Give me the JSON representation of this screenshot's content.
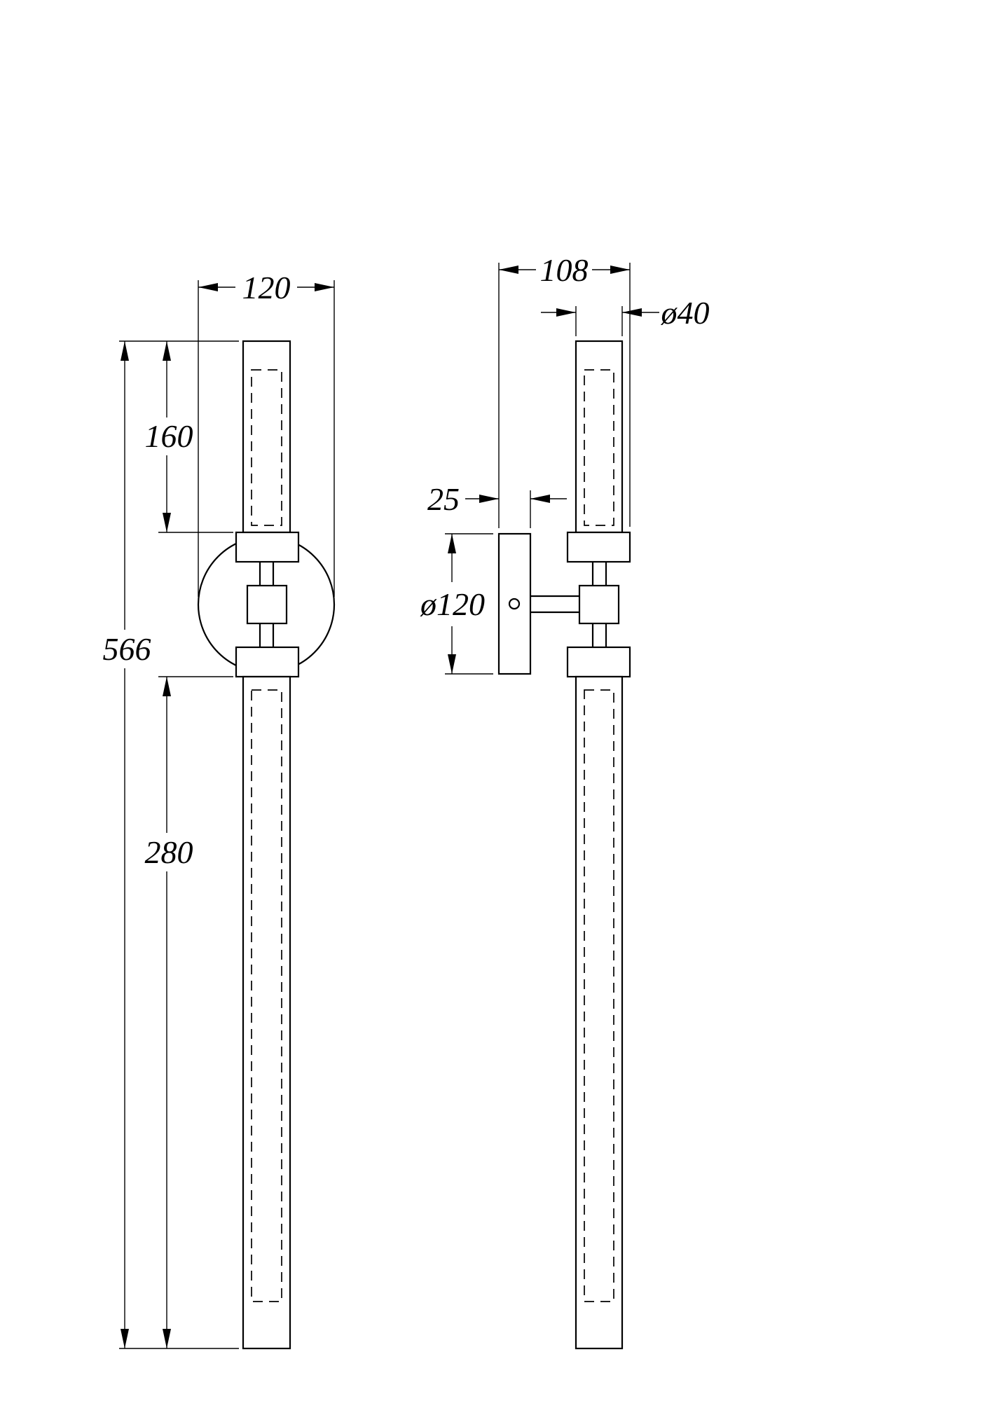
{
  "colors": {
    "line": "#000000",
    "background": "#ffffff"
  },
  "views": {
    "front": {
      "labels": {
        "width_120": "120",
        "top_tube_160": "160",
        "total_height_566": "566",
        "bottom_tube_280": "280"
      }
    },
    "side": {
      "labels": {
        "depth_108": "108",
        "tube_dia_40": "ø40",
        "plate_thickness_25": "25",
        "plate_dia_120": "ø120"
      }
    }
  }
}
